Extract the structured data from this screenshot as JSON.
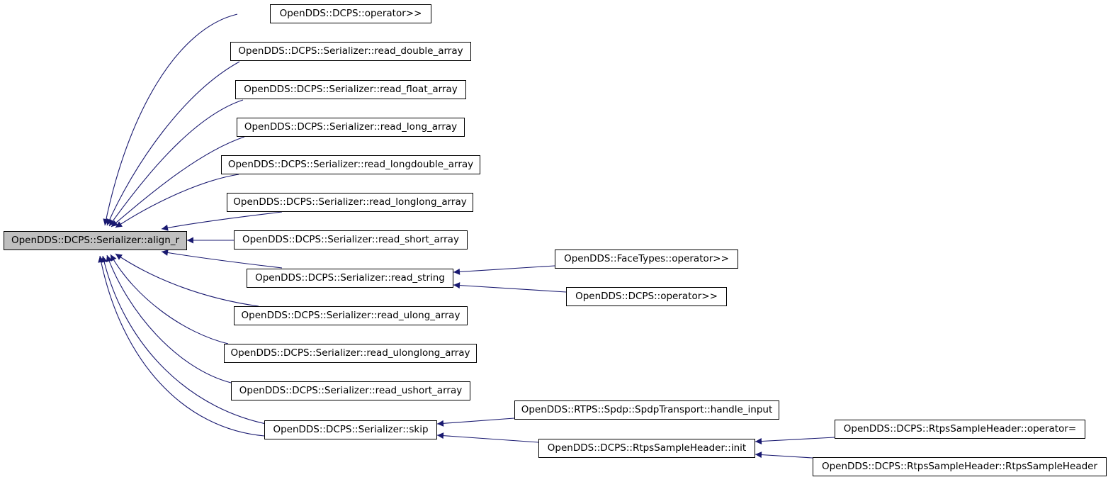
{
  "graph": {
    "edge_color": "#191970",
    "root": {
      "label": "OpenDDS::DCPS::Serializer::align_r"
    },
    "callers": [
      {
        "label": "OpenDDS::DCPS::operator>>"
      },
      {
        "label": "OpenDDS::DCPS::Serializer::read_double_array"
      },
      {
        "label": "OpenDDS::DCPS::Serializer::read_float_array"
      },
      {
        "label": "OpenDDS::DCPS::Serializer::read_long_array"
      },
      {
        "label": "OpenDDS::DCPS::Serializer::read_longdouble_array"
      },
      {
        "label": "OpenDDS::DCPS::Serializer::read_longlong_array"
      },
      {
        "label": "OpenDDS::DCPS::Serializer::read_short_array"
      },
      {
        "label": "OpenDDS::DCPS::Serializer::read_string"
      },
      {
        "label": "OpenDDS::DCPS::Serializer::read_ulong_array"
      },
      {
        "label": "OpenDDS::DCPS::Serializer::read_ulonglong_array"
      },
      {
        "label": "OpenDDS::DCPS::Serializer::read_ushort_array"
      },
      {
        "label": "OpenDDS::DCPS::Serializer::skip"
      }
    ],
    "read_string_callers": [
      {
        "label": "OpenDDS::FaceTypes::operator>>"
      },
      {
        "label": "OpenDDS::DCPS::operator>>"
      }
    ],
    "skip_callers": [
      {
        "label": "OpenDDS::RTPS::Spdp::SpdpTransport::handle_input"
      },
      {
        "label": "OpenDDS::DCPS::RtpsSampleHeader::init"
      }
    ],
    "init_callers": [
      {
        "label": "OpenDDS::DCPS::RtpsSampleHeader::operator="
      },
      {
        "label": "OpenDDS::DCPS::RtpsSampleHeader::RtpsSampleHeader"
      }
    ]
  }
}
